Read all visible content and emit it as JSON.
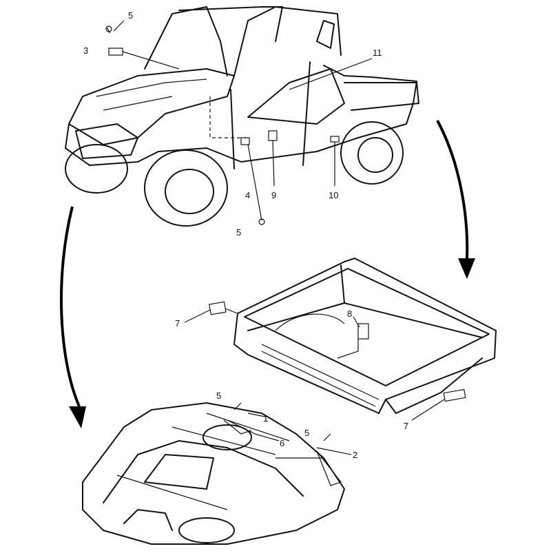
{
  "diagram": {
    "title_visible": false,
    "callouts": {
      "top_5": "5",
      "top_3": "3",
      "top_11": "11",
      "top_4": "4",
      "top_9": "9",
      "top_10": "10",
      "mid_5": "5",
      "bed_7_left": "7",
      "bed_8": "8",
      "bed_7_right": "7",
      "hood_5_left": "5",
      "hood_1": "1",
      "hood_6": "6",
      "hood_5_right": "5",
      "hood_2": "2"
    }
  }
}
